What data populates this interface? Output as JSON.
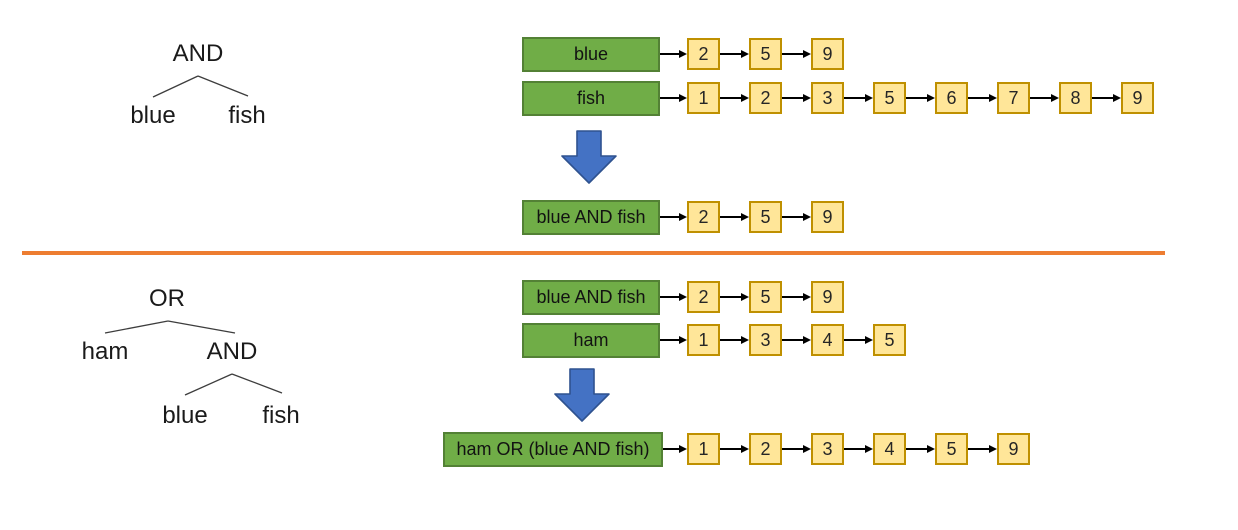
{
  "colors": {
    "green_fill": "#70AD47",
    "green_border": "#538135",
    "yellow_fill": "#FFE699",
    "yellow_border": "#BF9000",
    "blue_arrow_fill": "#4472C4",
    "blue_arrow_border": "#2F528F",
    "divider_orange": "#ED7D31",
    "connector_black": "#000000"
  },
  "top_section": {
    "tree": {
      "root": "AND",
      "left": "blue",
      "right": "fish"
    },
    "input_rows": [
      {
        "label": "blue",
        "postings": [
          2,
          5,
          9
        ]
      },
      {
        "label": "fish",
        "postings": [
          1,
          2,
          3,
          5,
          6,
          7,
          8,
          9
        ]
      }
    ],
    "result_row": {
      "label": "blue AND fish",
      "postings": [
        2,
        5,
        9
      ]
    }
  },
  "bottom_section": {
    "tree": {
      "root": "OR",
      "left": "ham",
      "right_subtree": {
        "root": "AND",
        "left": "blue",
        "right": "fish"
      }
    },
    "input_rows": [
      {
        "label": "blue AND fish",
        "postings": [
          2,
          5,
          9
        ]
      },
      {
        "label": "ham",
        "postings": [
          1,
          3,
          4,
          5
        ]
      }
    ],
    "result_row": {
      "label": "ham OR (blue AND fish)",
      "postings": [
        1,
        2,
        3,
        4,
        5,
        9
      ]
    }
  }
}
